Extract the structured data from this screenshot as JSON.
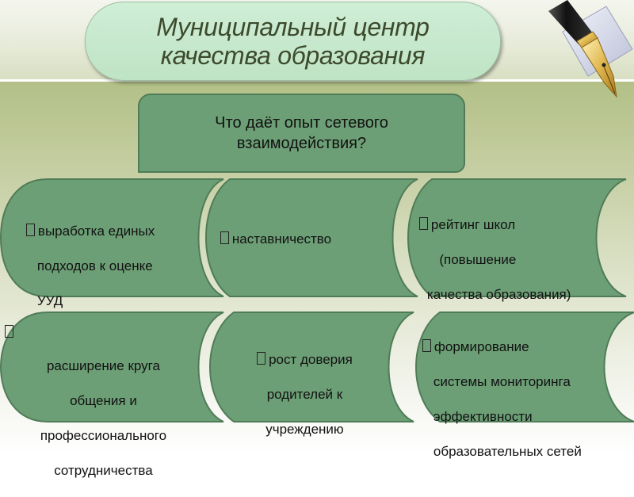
{
  "header": {
    "title_line1": "Муниципальный центр",
    "title_line2": "качества образования",
    "logo_icon": "fountain-pen-icon"
  },
  "question": {
    "line1": "Что даёт опыт сетевого",
    "line2": "взаимодействия?"
  },
  "cards": [
    {
      "lines": [
        "выработка единых",
        "подходов к оценке",
        "УУД"
      ]
    },
    {
      "lines": [
        "наставничество"
      ]
    },
    {
      "lines": [
        "рейтинг школ",
        "  (повышение",
        "качества образования)"
      ]
    },
    {
      "lines": [
        "расширение круга",
        "общения и",
        "профессионального",
        "сотрудничества"
      ]
    },
    {
      "lines": [
        "рост доверия",
        "родителей к",
        "учреждению"
      ]
    },
    {
      "lines": [
        "формирование",
        "системы мониторинга",
        "эффективности",
        "образовательных сетей"
      ]
    }
  ],
  "colors": {
    "card_fill": "#6d9f76",
    "card_border": "#4f7c57",
    "title_fill": "#c6e8cc",
    "title_text": "#3d4a2c"
  }
}
